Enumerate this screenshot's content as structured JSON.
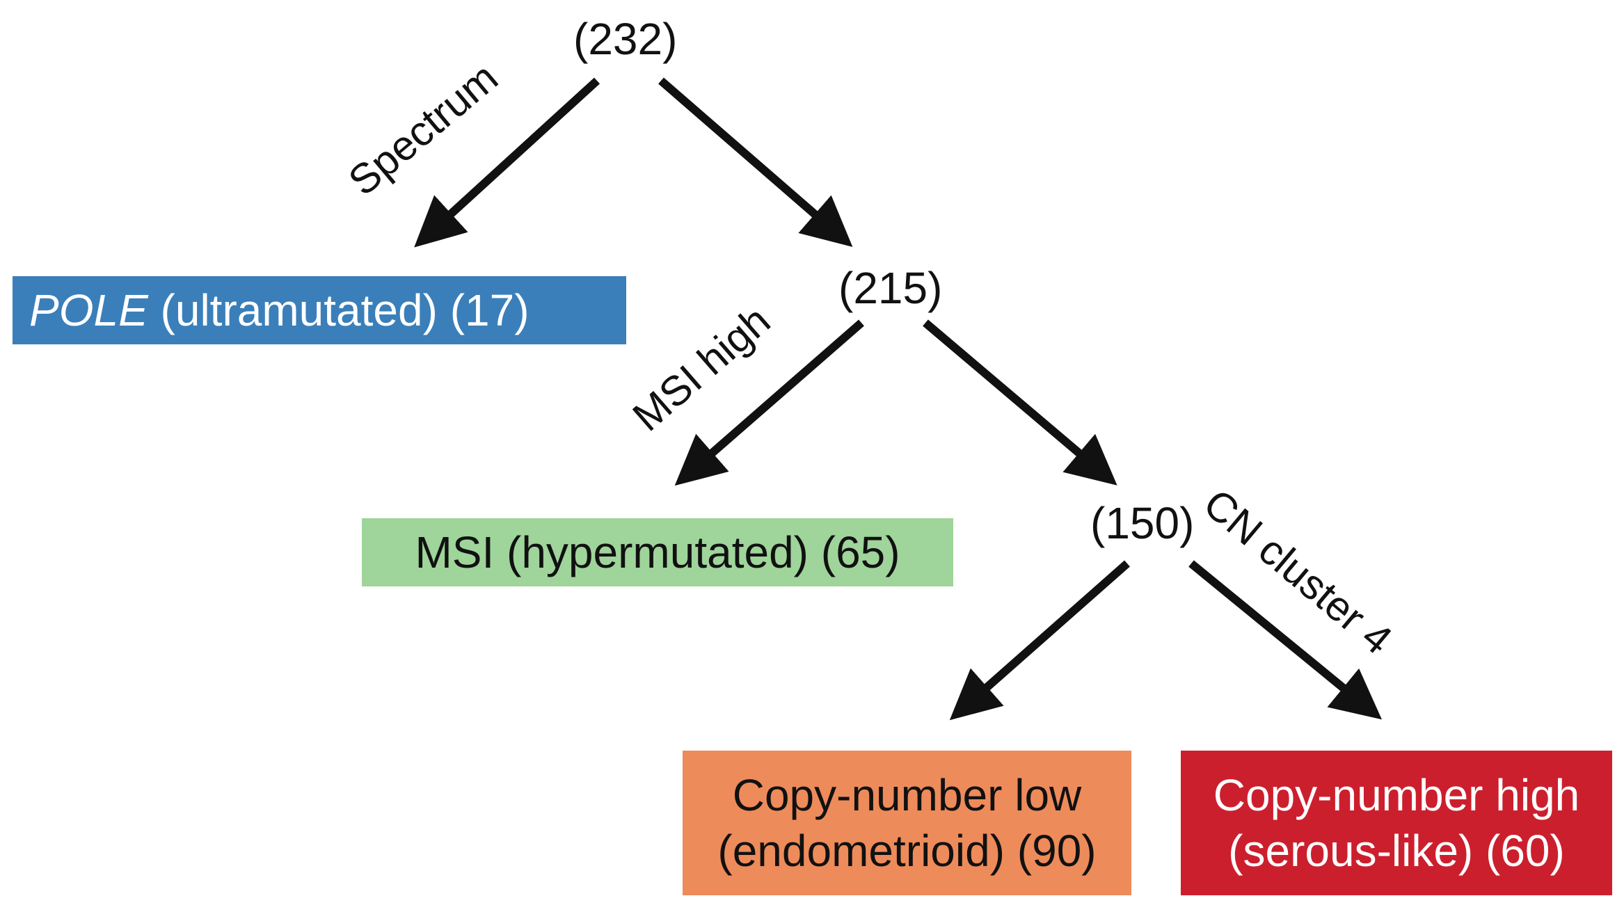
{
  "nodes": {
    "root": "(232)",
    "n215": "(215)",
    "n150": "(150)"
  },
  "edge_labels": {
    "spectrum": "Spectrum",
    "msi_high": "MSI high",
    "cn_cluster4": "CN cluster 4"
  },
  "leaves": {
    "pole": {
      "name": "POLE",
      "rest": " (ultramutated) (17)",
      "color": "#3a7fba"
    },
    "msi": {
      "text": "MSI (hypermutated) (65)",
      "color": "#9fd49a"
    },
    "cn_low": {
      "line1": "Copy-number low",
      "line2": "(endometrioid) (90)",
      "color": "#ee8b5a"
    },
    "cn_high": {
      "line1": "Copy-number high",
      "line2": "(serous-like) (60)",
      "color": "#cc1f2d"
    }
  },
  "arrow_color": "#111111"
}
